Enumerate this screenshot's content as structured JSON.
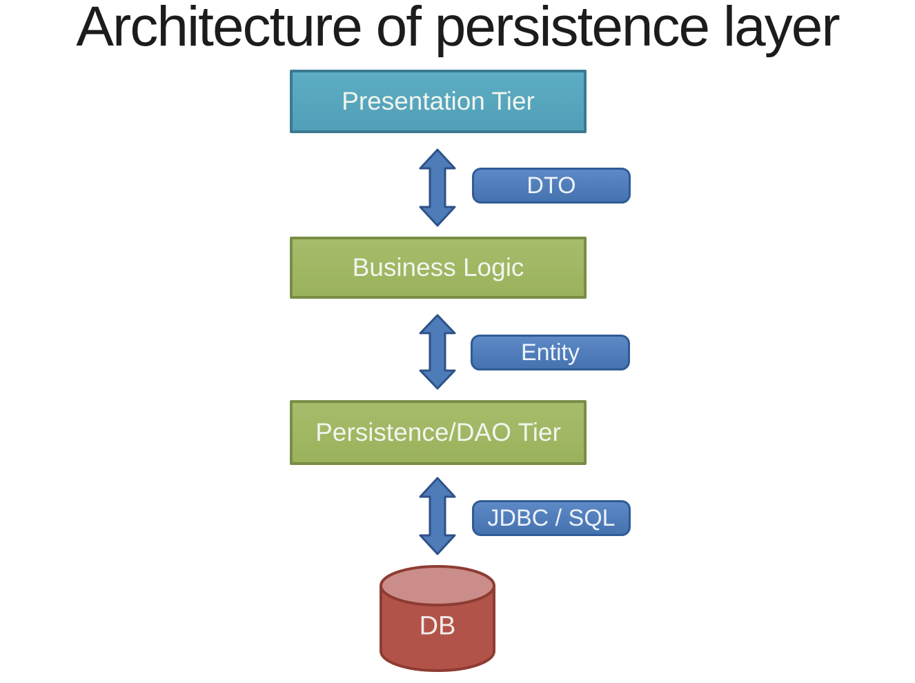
{
  "title": "Architecture of persistence layer",
  "diagram": {
    "tiers": [
      {
        "id": "presentation",
        "label": "Presentation Tier"
      },
      {
        "id": "business",
        "label": "Business Logic"
      },
      {
        "id": "persistence",
        "label": "Persistence/DAO Tier"
      }
    ],
    "connectors": [
      {
        "between": "presentation-business",
        "label": "DTO"
      },
      {
        "between": "business-persistence",
        "label": "Entity"
      },
      {
        "between": "persistence-database",
        "label": "JDBC / SQL"
      }
    ],
    "database": {
      "label": "DB"
    }
  },
  "colors": {
    "background": "#ffffff",
    "title_text": "#1c1c1c",
    "tier_text": "#f2f5ee",
    "presentation_fill": "#56a9c1",
    "presentation_border": "#3a7a90",
    "business_fill": "#a0b763",
    "business_border": "#788d45",
    "connector_fill": "#4d7cb8",
    "connector_border": "#2f5b96",
    "arrow_fill": "#4d7cb8",
    "arrow_border": "#2e5187",
    "db_fill": "#b25349",
    "db_top_fill": "#cb8d89",
    "db_border": "#8e3c33"
  }
}
